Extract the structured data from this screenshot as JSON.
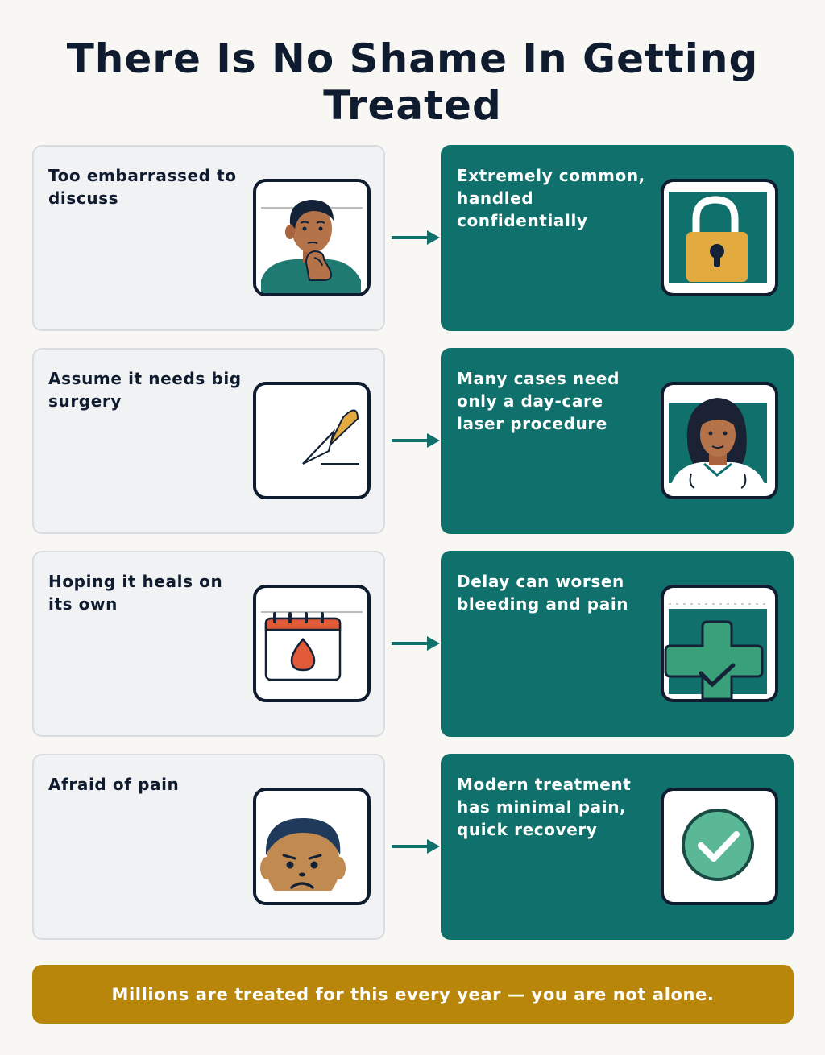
{
  "title": "There Is No Shame In Getting Treated",
  "rows": [
    {
      "myth": {
        "text": "Too embarrassed to discuss",
        "icon": "thinking-person-icon"
      },
      "fact": {
        "text": "Extremely common, handled confidentially",
        "icon": "padlock-icon"
      }
    },
    {
      "myth": {
        "text": "Assume it needs big surgery",
        "icon": "scalpel-icon"
      },
      "fact": {
        "text": "Many cases need only a day-care laser procedure",
        "icon": "doctor-icon"
      }
    },
    {
      "myth": {
        "text": "Hoping it heals on its own",
        "icon": "calendar-blood-drop-icon"
      },
      "fact": {
        "text": "Delay can worsen bleeding and pain",
        "icon": "medical-cross-check-icon"
      }
    },
    {
      "myth": {
        "text": "Afraid of pain",
        "icon": "worried-face-icon"
      },
      "fact": {
        "text": "Modern treatment has minimal pain, quick recovery",
        "icon": "check-circle-icon"
      }
    }
  ],
  "banner": "Millions are treated for this every year — you are not alone.",
  "colors": {
    "background": "#f8f7f3",
    "myth_card": "#f0f2f4",
    "fact_card": "#10706b",
    "banner": "#b8860b",
    "title_text": "#0f1b2e"
  }
}
